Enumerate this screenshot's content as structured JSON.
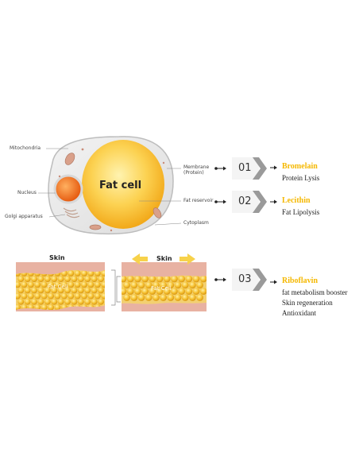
{
  "cell": {
    "title": "Fat cell",
    "labels": {
      "mitochondria": "Mitochondria",
      "nucleus": "Nucleus",
      "golgi": "Golgi apparatus",
      "membrane": "Membrane\n(Protein)",
      "fat_reservoir": "Fat reservoir",
      "cytoplasm": "Cytoplasm"
    }
  },
  "ingredients": [
    {
      "number": "01",
      "name": "Bromelain",
      "desc": [
        "Protein Lysis"
      ]
    },
    {
      "number": "02",
      "name": "Lecithin",
      "desc": [
        "Fat Lipolysis"
      ]
    },
    {
      "number": "03",
      "name": "Riboflavin",
      "desc": [
        "fat metabolism booster",
        "Skin regeneration",
        "Antioxidant"
      ]
    }
  ],
  "skin": {
    "left_label": "Skin",
    "right_label": "Skin",
    "left_overlay": "Fat Cell",
    "right_overlay": "Fat Cell"
  },
  "colors": {
    "accent_yellow": "#f5b800",
    "nucleus_orange": "#f0701a",
    "fat_yellow": "#f7c531",
    "skin_pink": "#e8b6a8",
    "arrow_gray": "#9a9a9a"
  }
}
